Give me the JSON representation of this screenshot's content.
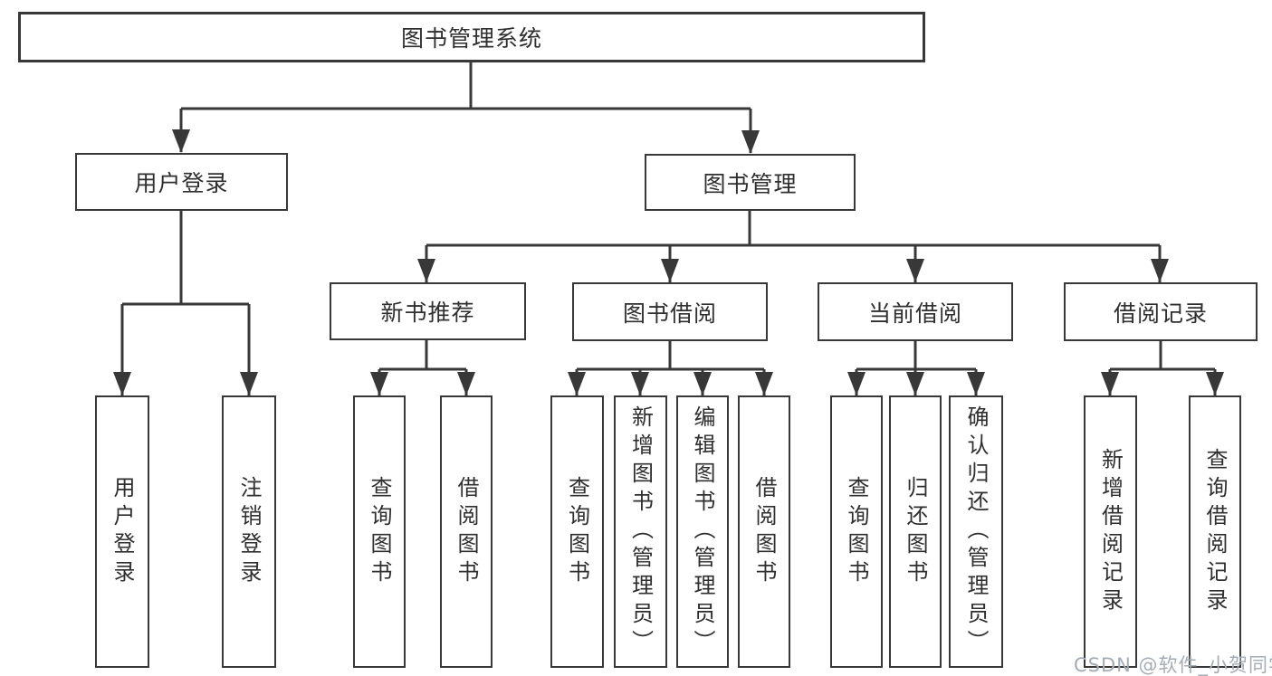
{
  "colors": {
    "line": "#383838",
    "text": "#2f2f2f",
    "background": "#ffffff",
    "watermark": "#a4adb5"
  },
  "watermark": {
    "text": "CSDN @软件_小贺同学"
  },
  "tree": {
    "label": "图书管理系统",
    "children": [
      {
        "label": "用户登录",
        "children": [
          {
            "label": "用户登录"
          },
          {
            "label": "注销登录"
          }
        ]
      },
      {
        "label": "图书管理",
        "children": [
          {
            "label": "新书推荐",
            "children": [
              {
                "label": "查询图书"
              },
              {
                "label": "借阅图书"
              }
            ]
          },
          {
            "label": "图书借阅",
            "children": [
              {
                "label": "查询图书"
              },
              {
                "label": "新增图书（管理员）"
              },
              {
                "label": "编辑图书（管理员）"
              },
              {
                "label": "借阅图书"
              }
            ]
          },
          {
            "label": "当前借阅",
            "children": [
              {
                "label": "查询图书"
              },
              {
                "label": "归还图书"
              },
              {
                "label": "确认归还（管理员）"
              }
            ]
          },
          {
            "label": "借阅记录",
            "children": [
              {
                "label": "新增借阅记录"
              },
              {
                "label": "查询借阅记录"
              }
            ]
          }
        ]
      }
    ]
  }
}
